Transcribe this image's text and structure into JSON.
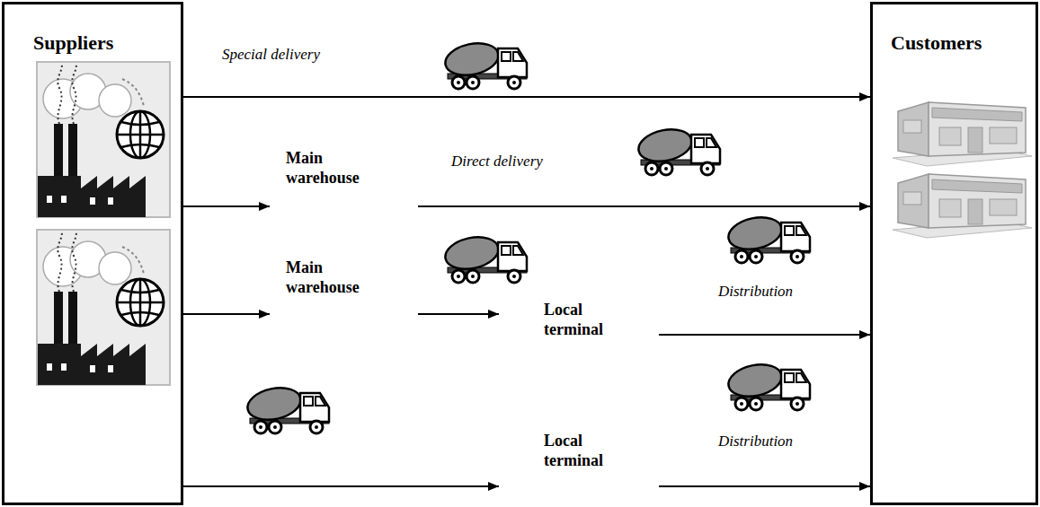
{
  "diagram": {
    "nodes": [
      {
        "text": [
          "Suppliers"
        ]
      },
      {
        "text": [
          "Customers"
        ]
      },
      {
        "text": [
          "Main warehouse"
        ]
      },
      {
        "text": [
          "Main warehouse"
        ]
      },
      {
        "text": [
          "Local terminal"
        ]
      },
      {
        "text": [
          "Local terminal"
        ]
      }
    ],
    "edges": [
      {
        "from": 0,
        "to": 1,
        "arrow": "to",
        "label": "Special delivery"
      },
      {
        "from": 0,
        "to": 2,
        "arrow": "to"
      },
      {
        "from": 2,
        "to": 1,
        "arrow": "to",
        "label": "Direct delivery"
      },
      {
        "from": 0,
        "to": 3,
        "arrow": "to"
      },
      {
        "from": 3,
        "to": 4,
        "arrow": "to"
      },
      {
        "from": 4,
        "to": 1,
        "arrow": "to",
        "label": "Distribution"
      },
      {
        "from": 0,
        "to": 5,
        "arrow": "to"
      },
      {
        "from": 5,
        "to": 1,
        "arrow": "to",
        "label": "Distribution"
      }
    ]
  }
}
